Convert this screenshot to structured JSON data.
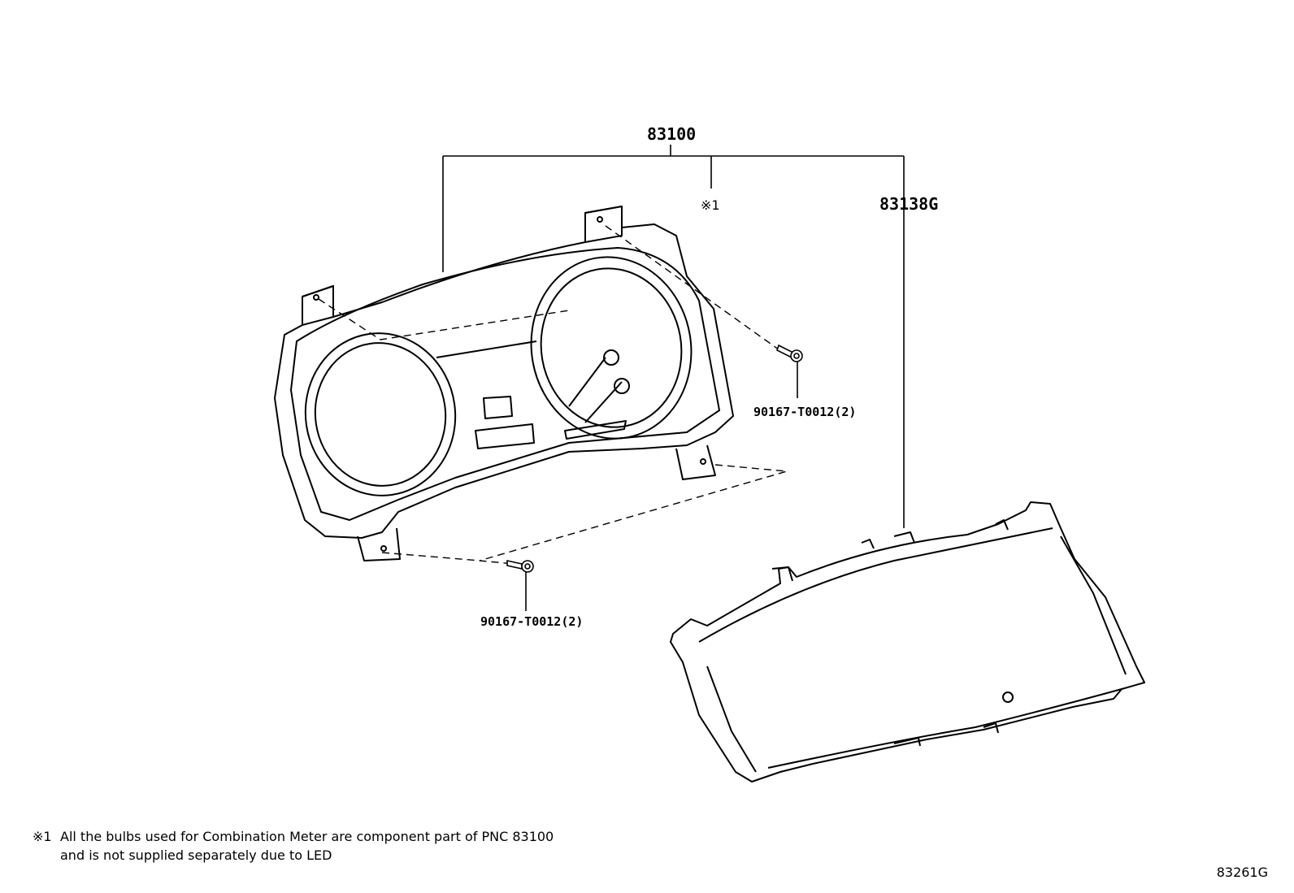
{
  "labels": {
    "combination_meter": "83100",
    "meter_glass": "83138G",
    "note_ref": "※1",
    "screw_upper": "90167-T0012(2)",
    "screw_lower": "90167-T0012(2)"
  },
  "note": {
    "mark": "※1",
    "line1": "All the bulbs used for Combination Meter are component part of PNC 83100",
    "line2": "and is not supplied separately due to LED"
  },
  "figure_id": "83261G"
}
